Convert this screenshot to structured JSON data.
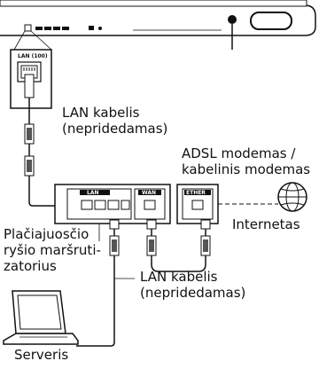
{
  "device": {
    "lan_port_label": "LAN (100)"
  },
  "cable_top": {
    "line1": "LAN kabelis",
    "line2": "(nepridedamas)"
  },
  "modem": {
    "line1": "ADSL modemas /",
    "line2": "kabelinis modemas",
    "port_label": "ETHER"
  },
  "router": {
    "line1": "Plačiajuosčio",
    "line2": "ryšio maršruti-",
    "line3": "zatorius",
    "lan_label": "LAN",
    "wan_label": "WAN"
  },
  "internet": {
    "label": "Internetas"
  },
  "cable_bottom": {
    "line1": "LAN kabelis",
    "line2": "(nepridedamas)"
  },
  "server": {
    "label": "Serveris"
  }
}
